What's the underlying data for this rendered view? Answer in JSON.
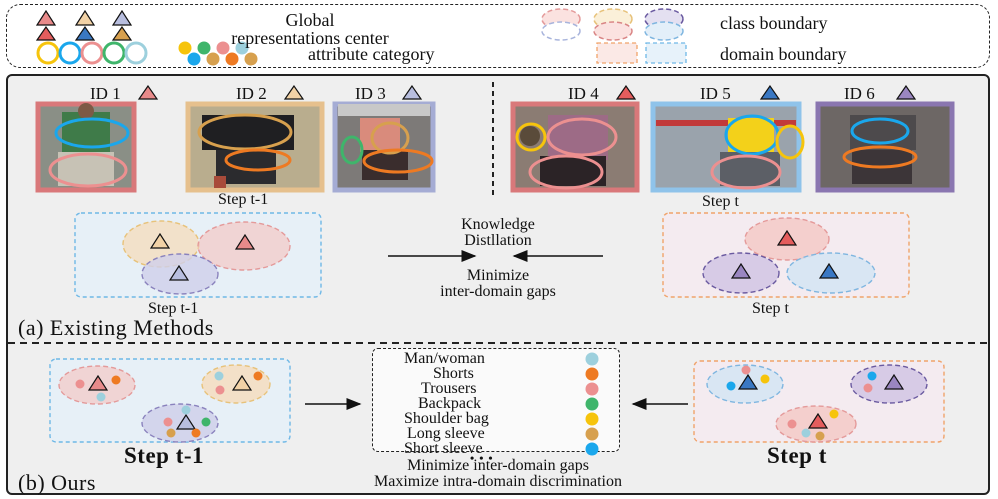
{
  "legend": {
    "global_centers_label_line1": "Global",
    "global_centers_label_line2": "representations center",
    "attribute_category_label": "attribute category",
    "class_boundary_label": "class boundary",
    "domain_boundary_label": "domain boundary"
  },
  "ids": [
    {
      "label": "ID 1",
      "color": "#e88a8a",
      "frame": "#d9787a"
    },
    {
      "label": "ID 2",
      "color": "#f2d2a6",
      "frame": "#e6c08d"
    },
    {
      "label": "ID 3",
      "color": "#b8bedf",
      "frame": "#a5acd4"
    },
    {
      "label": "ID 4",
      "color": "#e45d5d",
      "frame": "#d9787a"
    },
    {
      "label": "ID 5",
      "color": "#3a78c3",
      "frame": "#8fc3ea"
    },
    {
      "label": "ID 6",
      "color": "#9a86c0",
      "frame": "#8a76b0"
    }
  ],
  "existing": {
    "step_prev_photos": "Step t-1",
    "step_cur_photos": "Step t",
    "knowledge_line1": "Knowledge",
    "knowledge_line2": "Distllation",
    "minimize_line1": "Minimize",
    "minimize_line2": "inter-domain gaps",
    "step_prev_domain": "Step t-1",
    "step_cur_domain": "Step t",
    "section_label": "(a) Existing Methods"
  },
  "ours": {
    "attributes": [
      {
        "name": "Man/woman",
        "color": "#9dd0dd"
      },
      {
        "name": "Shorts",
        "color": "#ee7a22"
      },
      {
        "name": "Trousers",
        "color": "#ec9090"
      },
      {
        "name": "Backpack",
        "color": "#3fb56b"
      },
      {
        "name": "Shoulder bag",
        "color": "#f6c40c"
      },
      {
        "name": "Long sleeve",
        "color": "#d7a04e"
      },
      {
        "name": "Short sleeve",
        "color": "#1aa7ec"
      }
    ],
    "ellipsis": "• • •",
    "step_prev": "Step t-1",
    "step_cur": "Step t",
    "bottom_line1": "Minimize inter-domain gaps",
    "bottom_line2": "Maximize intra-domain discrimination",
    "section_label": "(b) Ours"
  },
  "colors": {
    "class_pink": "#f4c8c4",
    "class_tan": "#f6dcbb",
    "class_lavender": "#cfd0ea",
    "dom_orange": "#f0a36a",
    "dom_blue": "#6fb8e6",
    "dom_fill_blue": "#e7f0f7",
    "dom_fill_pink": "#f4ebf0"
  }
}
